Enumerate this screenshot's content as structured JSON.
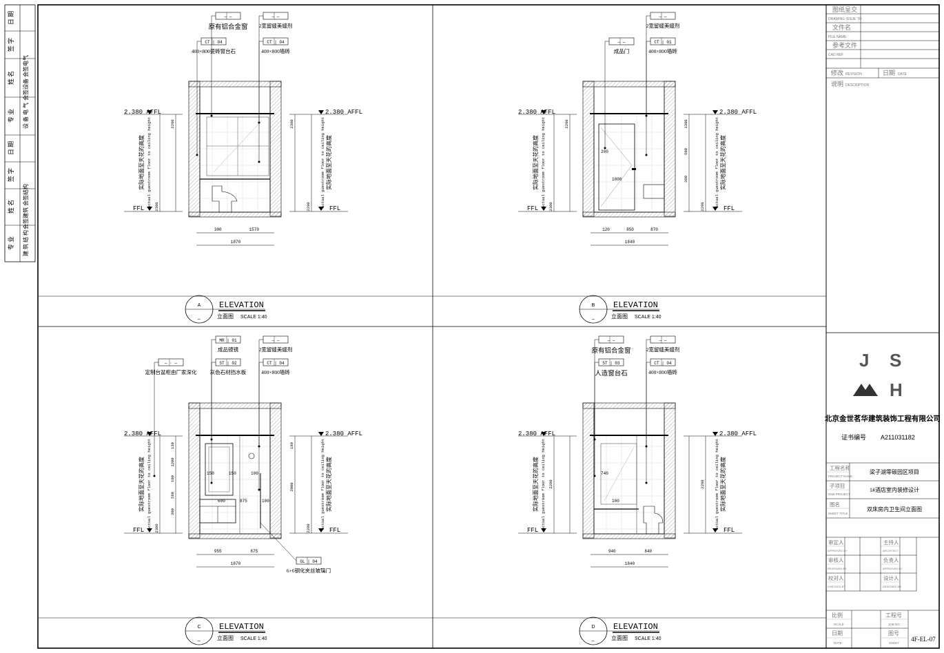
{
  "left_stamp": {
    "rows": [
      {
        "c1": "日 期",
        "c2": ""
      },
      {
        "c1": "签 字",
        "c2": ""
      },
      {
        "c1": "姓 名",
        "c2": "会签设备 会签电气"
      },
      {
        "c1": "专 业",
        "c2": "设 备 电 气"
      },
      {
        "c1": "日 期",
        "c2": ""
      },
      {
        "c1": "签 字",
        "c2": ""
      },
      {
        "c1": "姓 名",
        "c2": "会签建筑 会签结构"
      },
      {
        "c1": "专 业",
        "c2": "建 筑 结 构"
      }
    ]
  },
  "common": {
    "level_mark": "2.380 AFFL",
    "level_mark_left": "2.380 AFFL",
    "ffl": "FFL",
    "side_cn": "实际地面至天花的高度",
    "side_en": "actual guestroom floor to ceiling height",
    "elevation_word": "ELEVATION",
    "elevation_cn": "立面图",
    "scale": "SCALE 1:40",
    "sub_mark": "_"
  },
  "elevations": [
    {
      "letter": "A",
      "tags": [
        {
          "code": "— —",
          "cn": "原有铝合金窗",
          "big": true
        },
        {
          "code": "— —",
          "cn": "2宽留缝美缝剂",
          "big": false
        },
        {
          "code": "CT | 04",
          "cn": "400×800瓷砖窗台石",
          "big": false
        },
        {
          "code": "CT | 04",
          "cn": "400×800墙砖",
          "big": false
        }
      ],
      "dims_left": [
        "2280",
        "2380"
      ],
      "dims_right": [
        "2380",
        "2280"
      ],
      "dims_bottom": [
        "300",
        "1570"
      ],
      "dims_total": "1870"
    },
    {
      "letter": "B",
      "tags": [
        {
          "code": "— —",
          "cn": "2宽留缝美缝剂",
          "big": false
        },
        {
          "code": "— —",
          "cn": "成品门",
          "big": false
        },
        {
          "code": "CT | 01",
          "cn": "400×800墙砖",
          "big": false
        }
      ],
      "dims_left": [
        "2280",
        "2380"
      ],
      "dims_right": [
        "1380",
        "500",
        "300",
        "2280"
      ],
      "dims_inner": [
        "200",
        "1000"
      ],
      "dims_bottom": [
        "120",
        "850",
        "870"
      ],
      "dims_total": "1840"
    },
    {
      "letter": "C",
      "tags": [
        {
          "code": "MR | 01",
          "cn": "成品镜镜",
          "big": false
        },
        {
          "code": "— —",
          "cn": "2宽留缝美缝剂",
          "big": false
        },
        {
          "code": "— · —",
          "cn": "定制台盆柜由厂家深化",
          "big": false
        },
        {
          "code": "ST | 02",
          "cn": "灰色石材挡水板",
          "big": false
        },
        {
          "code": "CT | 04",
          "cn": "400×800墙砖",
          "big": false
        },
        {
          "code": "GL | 04",
          "cn": "6+6钢化夹丝玻璃门",
          "big": false
        }
      ],
      "dims_left": [
        "130",
        "1200",
        "100",
        "580",
        "300",
        "2380"
      ],
      "dims_right": [
        "180",
        "2000",
        "2280"
      ],
      "dims_inner": [
        "150",
        "600",
        "150",
        "875",
        "100",
        "100"
      ],
      "dims_bottom": [
        "955",
        "875"
      ],
      "dims_total": "1870"
    },
    {
      "letter": "D",
      "tags": [
        {
          "code": "— —",
          "cn": "原有铝合金窗",
          "big": true
        },
        {
          "code": "— —",
          "cn": "2宽留缝美缝剂",
          "big": false
        },
        {
          "code": "ST | 03",
          "cn": "人造窗台石",
          "big": true
        },
        {
          "code": "CT | 04",
          "cn": "400×800墙砖",
          "big": false
        }
      ],
      "dims_left": [
        "2280"
      ],
      "dims_right": [
        "2280"
      ],
      "dims_inner": [
        "740",
        "100"
      ],
      "dims_bottom": [
        "940",
        "840"
      ],
      "dims_total": "1840"
    }
  ],
  "title_block": {
    "rows_top": [
      {
        "cn": "图纸呈交",
        "en": "DRAWING ISSUE TO"
      },
      {
        "cn": "文件名",
        "en": "FILE NAME"
      },
      {
        "cn": "参考文件",
        "en": "CAD REF"
      }
    ],
    "revision_cn": "修改",
    "revision_en": "REVISION",
    "date_cn": "日期",
    "date_en": "DATE",
    "desc_cn": "说明",
    "desc_en": "DESCRIPTION",
    "logo_letters": [
      "J",
      "S",
      "M",
      "H"
    ],
    "company": "北京金世茗华建筑装饰工程有限公司",
    "cert_label": "证书编号",
    "cert_no": "A211031182",
    "project_rows": [
      {
        "cn": "工程名称",
        "en": "PROJECT NAME",
        "val": "梁子湖零碳园区项目"
      },
      {
        "cn": "子项目",
        "en": "SUB-PROJECT",
        "val": "1#酒店室内装修设计"
      },
      {
        "cn": "图名",
        "en": "SHEET TITLE",
        "val": "双床房内卫生间立面图"
      }
    ],
    "sign_rows": [
      {
        "cn1": "审定人",
        "en1": "APPROVED BY",
        "cn2": "主持人",
        "en2": "ARCHITECT"
      },
      {
        "cn1": "审核人",
        "en1": "REVIEWED BY",
        "cn2": "负责人",
        "en2": "APPROVED BY"
      },
      {
        "cn1": "校对人",
        "en1": "CHECKED BY",
        "cn2": "设计人",
        "en2": "DESIGNED BY"
      }
    ],
    "bottom": {
      "scale_cn": "比例",
      "scale_en": "SCALE",
      "jobno_cn": "工程号",
      "jobno_en": "JOB NO.",
      "date_cn": "日期",
      "date_en": "DATE",
      "sheet_cn": "图号",
      "sheet_en": "SHEET",
      "sheet_no": "4F-EL-07"
    }
  }
}
